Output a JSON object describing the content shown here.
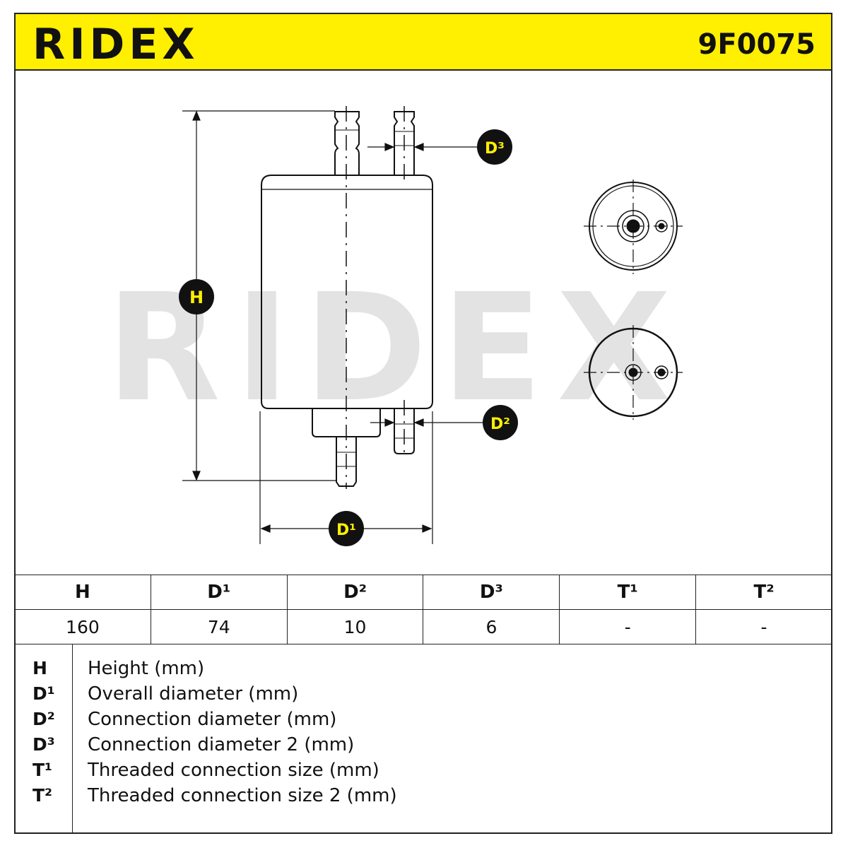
{
  "header": {
    "brand": "RIDEX",
    "part_number": "9F0075"
  },
  "watermark": "RIDEX",
  "diagram": {
    "callouts": {
      "h": "H",
      "d1": "D¹",
      "d2": "D²",
      "d3": "D³"
    }
  },
  "colors": {
    "header_bg": "#ffef00",
    "callout_bg": "#111111",
    "callout_text": "#ffef00",
    "watermark": "#e3e3e3"
  },
  "spec_table": {
    "headers": [
      "H",
      "D¹",
      "D²",
      "D³",
      "T¹",
      "T²"
    ],
    "values": [
      "160",
      "74",
      "10",
      "6",
      "-",
      "-"
    ]
  },
  "legend": [
    {
      "key": "H",
      "desc": "Height (mm)"
    },
    {
      "key": "D¹",
      "desc": "Overall diameter (mm)"
    },
    {
      "key": "D²",
      "desc": "Connection diameter (mm)"
    },
    {
      "key": "D³",
      "desc": "Connection diameter 2 (mm)"
    },
    {
      "key": "T¹",
      "desc": "Threaded connection size (mm)"
    },
    {
      "key": "T²",
      "desc": "Threaded connection size 2 (mm)"
    }
  ]
}
